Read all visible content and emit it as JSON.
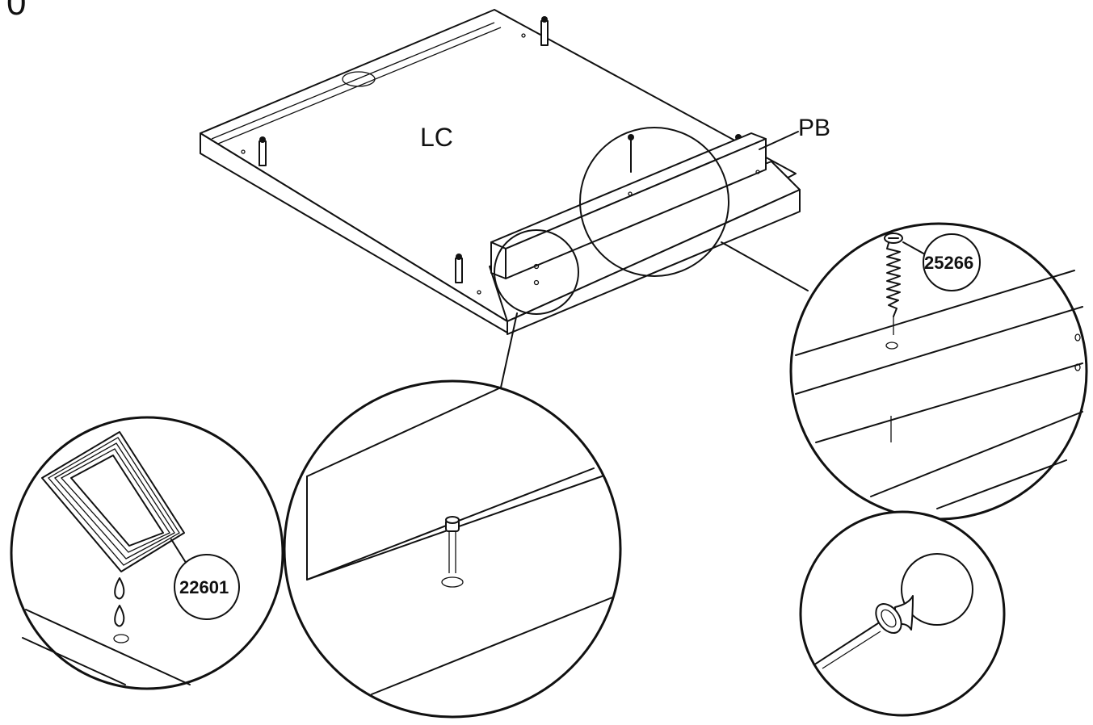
{
  "step_number": "0",
  "labels": {
    "panel": "LC",
    "bar": "PB"
  },
  "parts": {
    "glue": "22601",
    "screw": "25266"
  },
  "icons": {
    "glue_bottle": "glue-bottle-icon",
    "screw": "screw-icon",
    "dowel": "dowel-icon",
    "knob": "knob-icon"
  }
}
